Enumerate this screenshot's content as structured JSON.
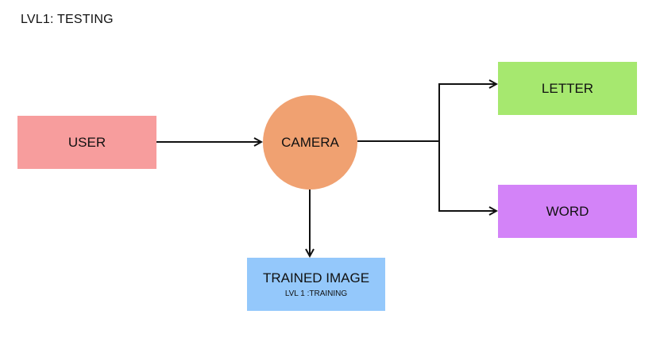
{
  "diagram": {
    "title": "LVL1: TESTING",
    "nodes": {
      "user": {
        "label": "USER",
        "color": "#f79d9d"
      },
      "camera": {
        "label": "CAMERA",
        "color": "#f0a171"
      },
      "trained_image": {
        "label": "TRAINED IMAGE",
        "sublabel": "LVL 1 :TRAINING",
        "color": "#94c8fb"
      },
      "letter": {
        "label": "LETTER",
        "color": "#a6e86f"
      },
      "word": {
        "label": "WORD",
        "color": "#d383f8"
      }
    },
    "edges": [
      {
        "from": "user",
        "to": "camera"
      },
      {
        "from": "camera",
        "to": "trained_image"
      },
      {
        "from": "camera",
        "to": "letter"
      },
      {
        "from": "camera",
        "to": "word"
      }
    ]
  }
}
